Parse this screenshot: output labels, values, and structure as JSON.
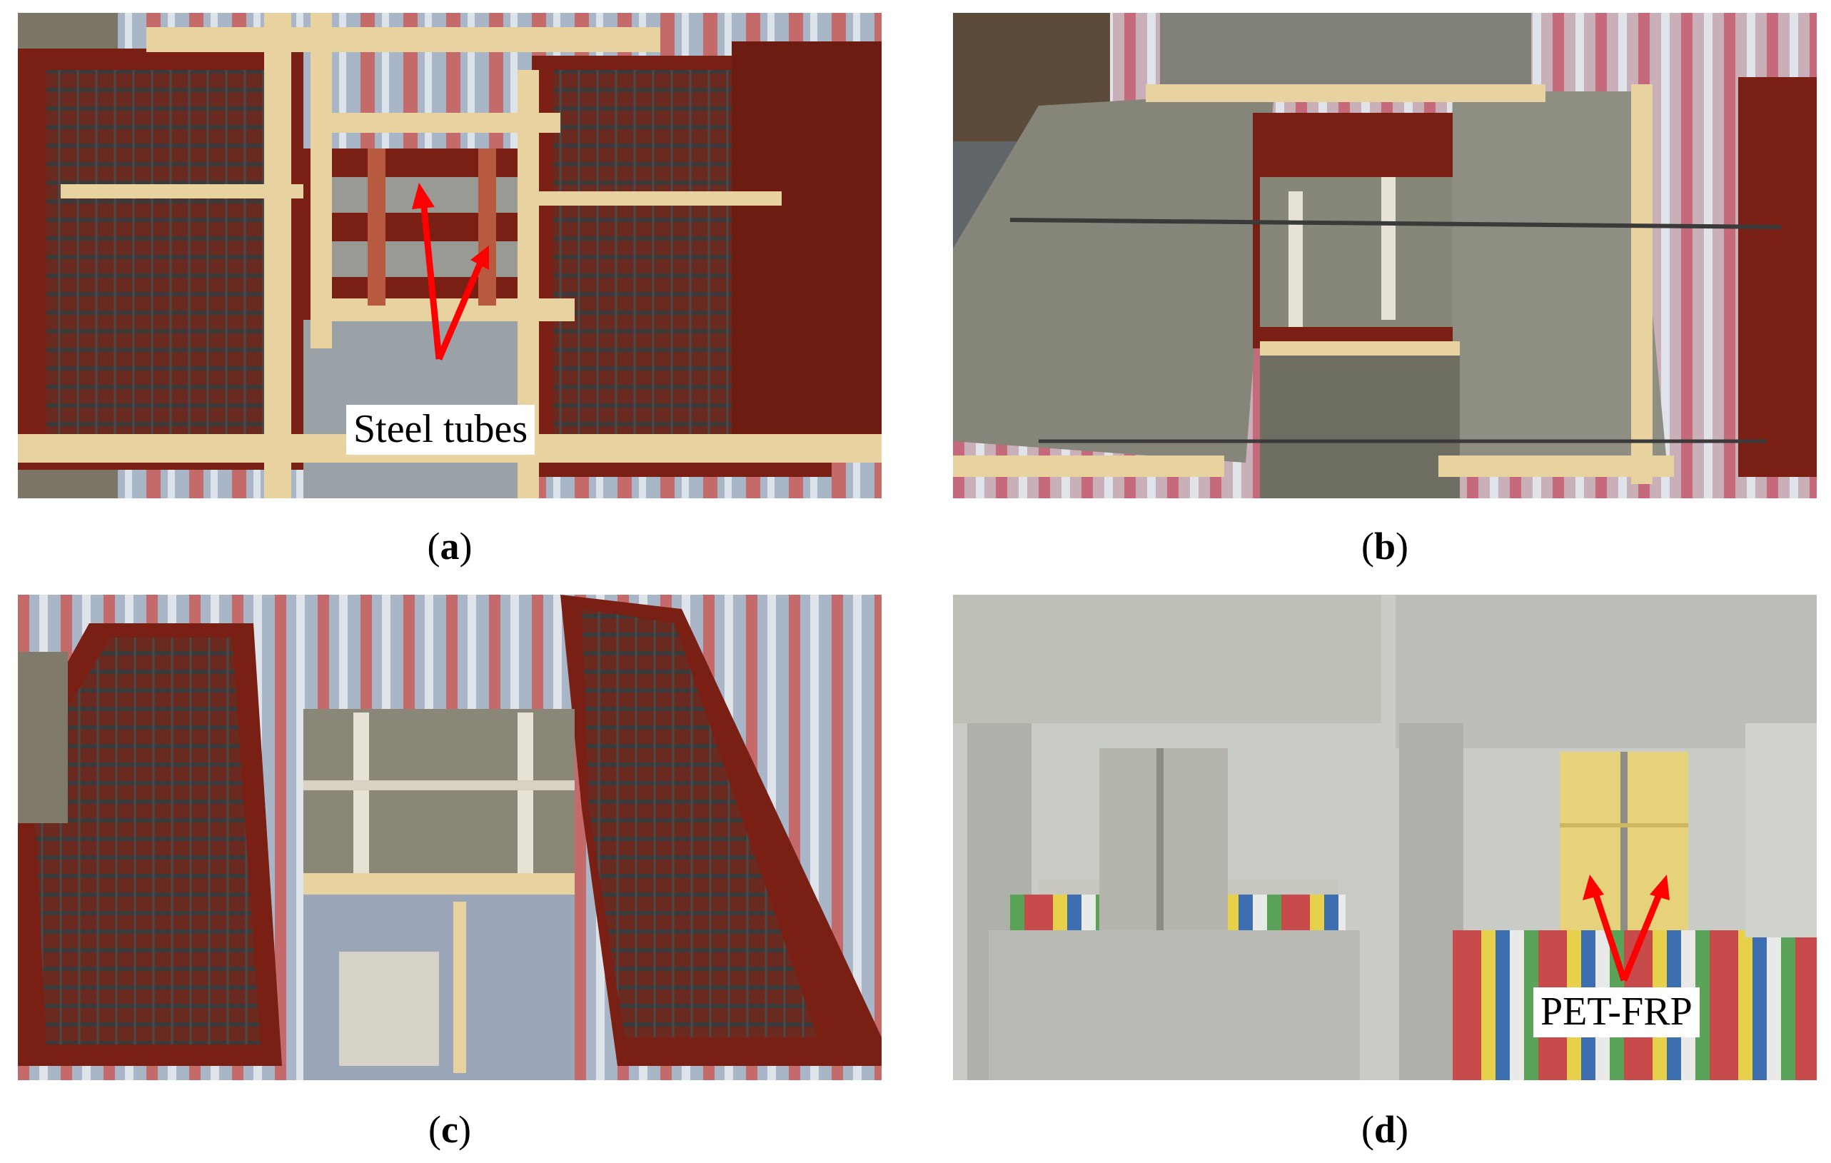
{
  "panels": [
    {
      "id": "a",
      "caption_open": "(",
      "caption_letter": "a",
      "caption_close": ")",
      "callout": "Steel tubes"
    },
    {
      "id": "b",
      "caption_open": "(",
      "caption_letter": "b",
      "caption_close": ")"
    },
    {
      "id": "c",
      "caption_open": "(",
      "caption_letter": "c",
      "caption_close": ")"
    },
    {
      "id": "d",
      "caption_open": "(",
      "caption_letter": "d",
      "caption_close": ")",
      "callout": "PET-FRP"
    }
  ],
  "colors": {
    "arrow": "#ff0000",
    "formwork": "#7a1f14",
    "timber": "#e8d2a0",
    "concrete": "#8c8c82",
    "rebar": "#3a3a3a",
    "pet_frp": "#e6d27a"
  }
}
